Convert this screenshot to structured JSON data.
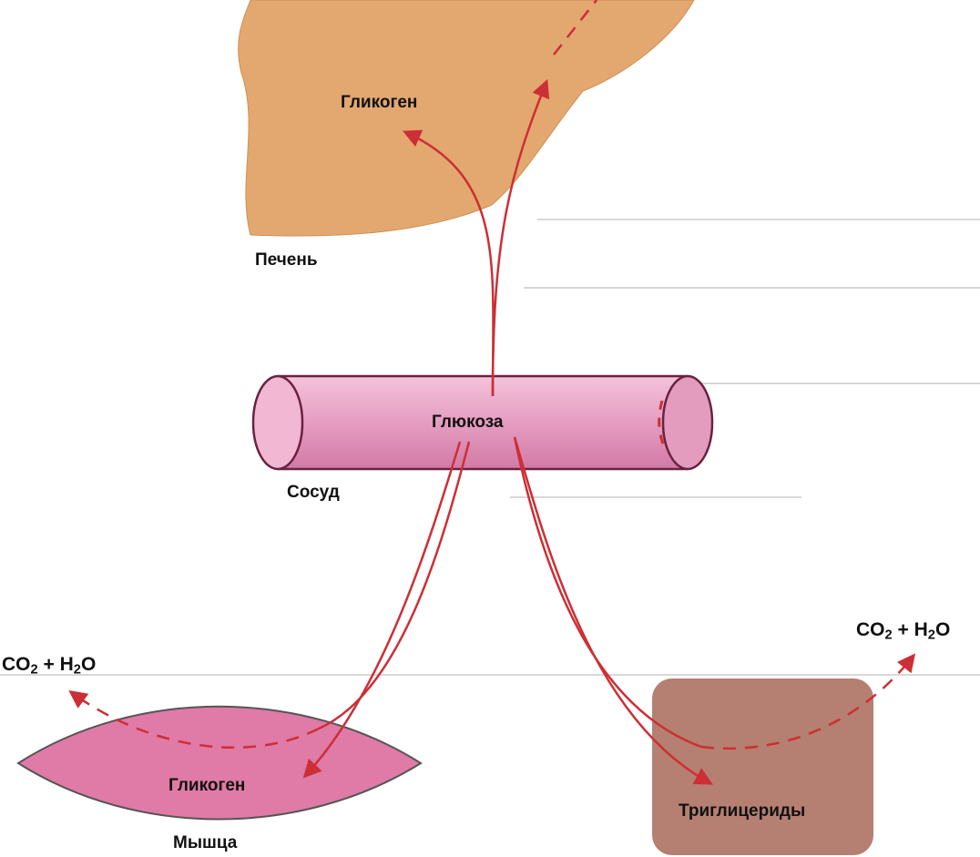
{
  "labels": {
    "liver_glycogen": "Гликоген",
    "liver": "Печень",
    "glucose": "Глюкоза",
    "vessel": "Сосуд",
    "muscle_glycogen": "Гликоген",
    "muscle": "Мышца",
    "triglycerides": "Триглицериды",
    "co2_h2o": "CO2 + H2O",
    "co2_left": {
      "co": "CO",
      "sub1": "2",
      "mid": " + H",
      "sub2": "2",
      "o": "O"
    },
    "co2_right": {
      "co": "CO",
      "sub1": "2",
      "mid": " + H",
      "sub2": "2",
      "o": "O"
    }
  },
  "colors": {
    "liver": "#e2a86f",
    "vessel": "#e8a0c3",
    "muscle": "#e07aa6",
    "fat": "#b57f72",
    "arrow": "#cc2f35"
  }
}
